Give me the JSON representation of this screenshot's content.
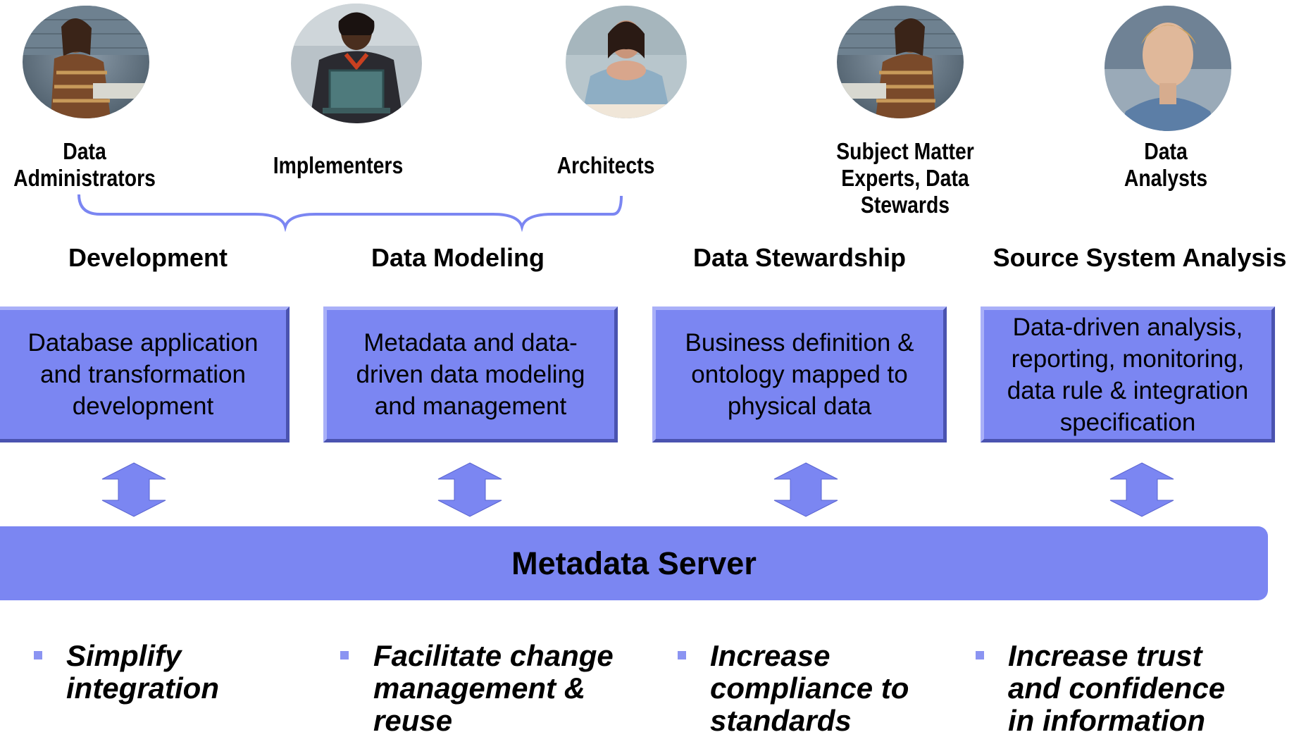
{
  "personas": [
    {
      "label": "Data\nAdministrators",
      "icon": "woman-at-keyboard-photo"
    },
    {
      "label": "Implementers",
      "icon": "man-with-laptop-photo"
    },
    {
      "label": "Architects",
      "icon": "woman-hands-clasped-photo"
    },
    {
      "label": "Subject Matter\nExperts, Data\nStewards",
      "icon": "woman-at-keyboard-photo"
    },
    {
      "label": "Data\nAnalysts",
      "icon": "man-portrait-photo"
    }
  ],
  "sections": [
    {
      "heading": "Development",
      "description": "Database application\nand transformation\ndevelopment"
    },
    {
      "heading": "Data Modeling",
      "description": "Metadata and data-\ndriven data modeling\nand management"
    },
    {
      "heading": "Data Stewardship",
      "description": "Business definition &\nontology mapped to\nphysical data"
    },
    {
      "heading": "Source System Analysis",
      "description": "Data-driven analysis,\nreporting, monitoring,\ndata rule & integration\nspecification"
    }
  ],
  "server": {
    "label": "Metadata Server"
  },
  "benefits": [
    "Simplify\nintegration",
    "Facilitate change\nmanagement  &\nreuse",
    "Increase\ncompliance to\nstandards",
    "Increase trust\nand confidence\nin information"
  ],
  "colors": {
    "box_fill": "#7b86f2",
    "brace": "#7b86f2",
    "arrow": "#7b86f2",
    "bullet": "#8b94f2"
  }
}
